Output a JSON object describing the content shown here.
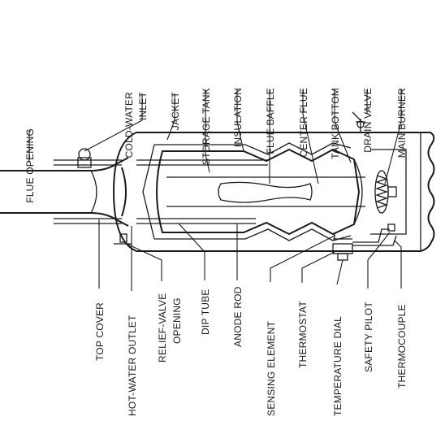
{
  "diagram": {
    "labels": {
      "flue_opening": "FLUE OPENING",
      "cold_water_inlet_1": "COLD-WATER",
      "cold_water_inlet_2": "INLET",
      "jacket": "JACKET",
      "storage_tank": "STORAGE TANK",
      "insulation": "INSULATION",
      "flue_baffle": "FLUE BAFFLE",
      "center_flue": "CENTER FLUE",
      "tank_bottom": "TANK BOTTOM",
      "drain_valve": "DRAIN VALVE",
      "main_burner": "MAIN BURNER",
      "top_cover": "TOP COVER",
      "hot_water_outlet": "HOT-WATER OUTLET",
      "relief_valve_1": "RELIEF-VALVE",
      "relief_valve_2": "OPENING",
      "dip_tube": "DIP TUBE",
      "anode_rod": "ANODE ROD",
      "sensing_element": "SENSING ELEMENT",
      "thermostat": "THERMOSTAT",
      "temperature_dial": "TEMPERATURE DIAL",
      "safety_pilot": "SAFETY PILOT",
      "thermocouple": "THERMOCOUPLE"
    }
  }
}
